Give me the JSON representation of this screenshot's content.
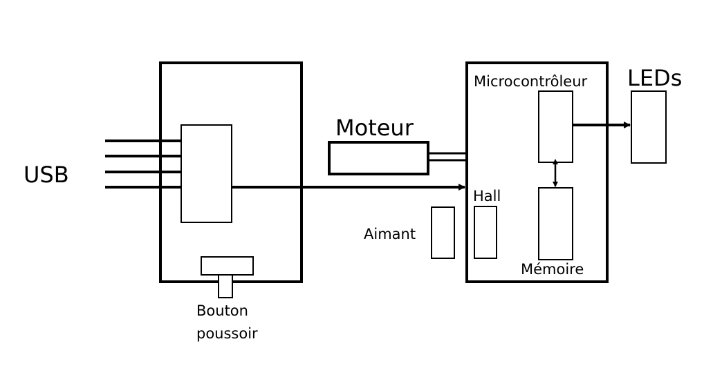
{
  "labels": {
    "usb": "USB",
    "moteur": "Moteur",
    "microcontroleur": "Microcontrôleur",
    "leds": "LEDs",
    "hall": "Hall",
    "aimant": "Aimant",
    "memoire": "Mémoire",
    "bouton_line1": "Bouton",
    "bouton_line2": "poussoir"
  },
  "colors": {
    "stroke": "#000000",
    "background": "#ffffff"
  }
}
